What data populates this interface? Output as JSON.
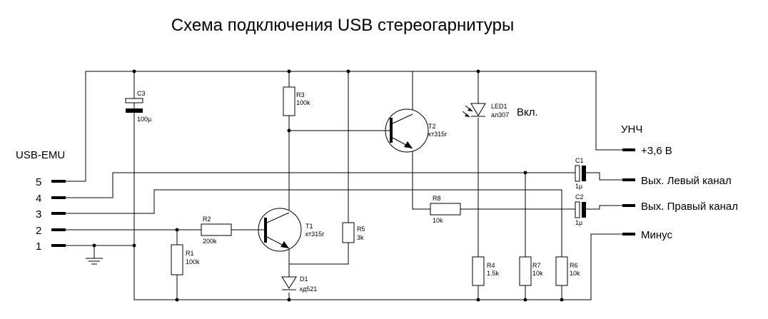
{
  "title": "Схема подключения USB стереогарнитуры",
  "left_connector": {
    "name": "USB-EMU",
    "pins": [
      "5",
      "4",
      "3",
      "2",
      "1"
    ]
  },
  "right_connector": {
    "name": "УНЧ",
    "outputs": [
      "+3,6 В",
      "Вых. Левый канал",
      "Вых. Правый канал",
      "Минус"
    ]
  },
  "components": {
    "c1": {
      "ref": "C1",
      "value": "1µ"
    },
    "c2": {
      "ref": "C2",
      "value": "1µ"
    },
    "c3": {
      "ref": "C3",
      "value": "100µ"
    },
    "r1": {
      "ref": "R1",
      "value": "100k"
    },
    "r2": {
      "ref": "R2",
      "value": "200k"
    },
    "r3": {
      "ref": "R3",
      "value": "100k"
    },
    "r4": {
      "ref": "R4",
      "value": "1.5k"
    },
    "r5": {
      "ref": "R5",
      "value": "3k"
    },
    "r6": {
      "ref": "R6",
      "value": "10k"
    },
    "r7": {
      "ref": "R7",
      "value": "10k"
    },
    "r8": {
      "ref": "R8",
      "value": "10k"
    },
    "t1": {
      "ref": "T1",
      "value": "кт315г"
    },
    "t2": {
      "ref": "T2",
      "value": "кт315г"
    },
    "d1": {
      "ref": "D1",
      "value": "кд521"
    },
    "led1": {
      "ref": "LED1",
      "value": "ал307",
      "note": "Вкл."
    }
  }
}
